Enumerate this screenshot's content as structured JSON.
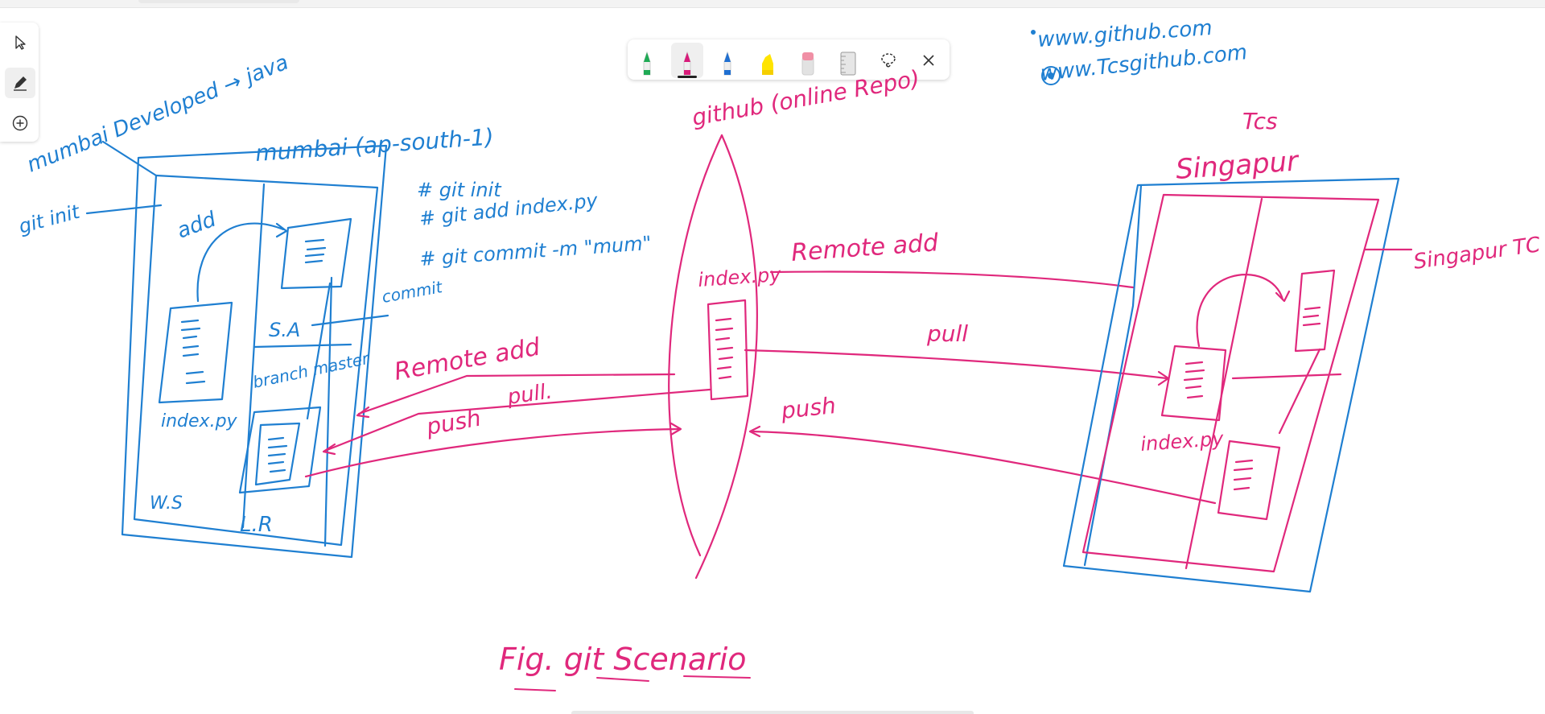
{
  "colors": {
    "blue_ink": "#1f7fd1",
    "magenta_ink": "#e0287c",
    "toolbar_bg": "#ffffff",
    "active_bg": "#efefef"
  },
  "left_toolbar": {
    "tools": [
      {
        "name": "select-tool",
        "icon": "cursor-arrow-icon"
      },
      {
        "name": "ink-tool",
        "icon": "pen-icon"
      },
      {
        "name": "add-tool",
        "icon": "plus-circle-icon"
      }
    ]
  },
  "pen_toolbar": {
    "tools": [
      {
        "name": "pen-green",
        "color": "#1faa55"
      },
      {
        "name": "pen-magenta",
        "color": "#d81b7a",
        "active": true
      },
      {
        "name": "pen-blue",
        "color": "#1f6fd1"
      },
      {
        "name": "highlighter-yellow",
        "color": "#ffe400"
      },
      {
        "name": "eraser",
        "color": "#f08fa5"
      },
      {
        "name": "ruler",
        "color": "#9a9a9a"
      },
      {
        "name": "lasso-select",
        "icon": "lasso-icon"
      },
      {
        "name": "close",
        "icon": "close-icon"
      }
    ]
  },
  "sketch": {
    "top_left_note": "mumbai Developed → java",
    "git_init_label": "git init",
    "mumbai_label": "mumbai (ap-south-1)",
    "commands": [
      "# git init",
      "# git add index.py",
      "# git commit -m \"mum\""
    ],
    "add_label": "add",
    "commit_label": "commit",
    "sa_label": "S.A",
    "branch_label": "branch master",
    "index_label": "index.py",
    "ws_label": "W.S",
    "lr_label": "L.R",
    "remote_add_left": "Remote add",
    "push_left": "push",
    "pull_left": "pull.",
    "github_label": "github (online Repo)",
    "github_index": "index.py",
    "remote_add_right": "Remote add",
    "pull_right": "pull",
    "push_right": "push",
    "urls": [
      "www.github.com",
      "www.Tcsgithub.com"
    ],
    "tcs_label": "Tcs",
    "singapur_label": "Singapur",
    "singapur_tc_label": "Singapur TC",
    "right_index_label": "index.py",
    "figure_caption": "Fig. git Scenario"
  }
}
